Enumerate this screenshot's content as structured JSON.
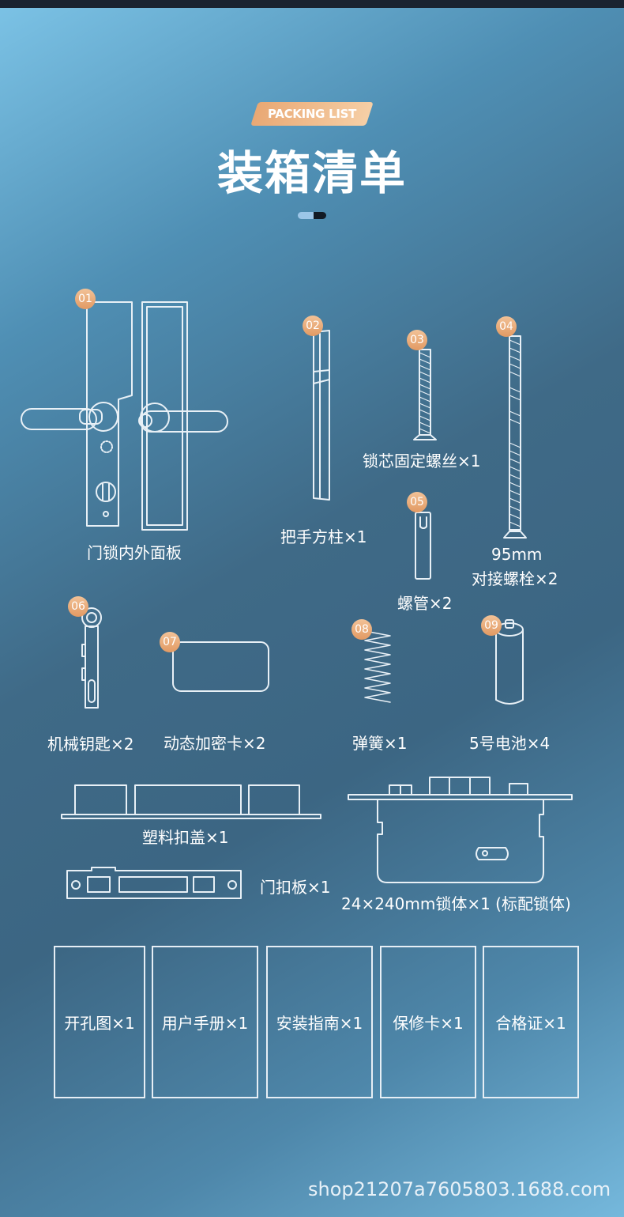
{
  "header": {
    "badge": "PACKING LIST",
    "title": "装箱清单"
  },
  "items": [
    {
      "num": "01",
      "label": "门锁内外面板"
    },
    {
      "num": "02",
      "label": "把手方柱×1"
    },
    {
      "num": "03",
      "label": "锁芯固定螺丝×1"
    },
    {
      "num": "04",
      "label_line1": "95mm",
      "label_line2": "对接螺栓×2"
    },
    {
      "num": "05",
      "label": "螺管×2"
    },
    {
      "num": "06",
      "label": "机械钥匙×2"
    },
    {
      "num": "07",
      "label": "动态加密卡×2"
    },
    {
      "num": "08",
      "label": "弹簧×1"
    },
    {
      "num": "09",
      "label": "5号电池×4"
    },
    {
      "label": "塑料扣盖×1"
    },
    {
      "label": "门扣板×1"
    },
    {
      "label": "24×240mm锁体×1 (标配锁体)"
    }
  ],
  "cards": [
    "开孔图×1",
    "用户手册×1",
    "安装指南×1",
    "保修卡×1",
    "合格证×1"
  ],
  "footer": "shop21207a7605803.1688.com"
}
